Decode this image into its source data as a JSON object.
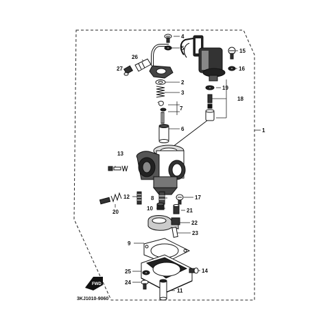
{
  "diagram": {
    "callouts": [
      "1",
      "2",
      "3",
      "4",
      "5",
      "6",
      "7",
      "8",
      "9",
      "10",
      "11",
      "12",
      "13",
      "14",
      "15",
      "16",
      "17",
      "18",
      "19",
      "20",
      "21",
      "22",
      "23",
      "24",
      "25",
      "26",
      "27"
    ],
    "arrow_badge": "FWD",
    "part_code": "3KJ1010-9060"
  }
}
